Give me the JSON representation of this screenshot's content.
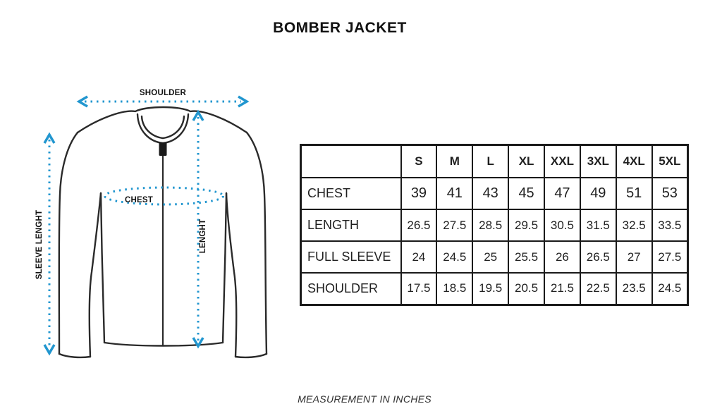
{
  "header": {
    "title": "BOMBER JACKET"
  },
  "diagram": {
    "shoulder_label": "SHOULDER",
    "chest_label": "CHEST",
    "length_label": "LENGHT",
    "sleeve_length_label": "SLEEVE LENGHT",
    "accent_color": "#2196cf",
    "outline_color": "#2a2a2a"
  },
  "table": {
    "sizes": [
      "S",
      "M",
      "L",
      "XL",
      "XXL",
      "3XL",
      "4XL",
      "5XL"
    ],
    "rows": [
      {
        "label": "CHEST",
        "values": [
          "39",
          "41",
          "43",
          "45",
          "47",
          "49",
          "51",
          "53"
        ]
      },
      {
        "label": "LENGTH",
        "values": [
          "26.5",
          "27.5",
          "28.5",
          "29.5",
          "30.5",
          "31.5",
          "32.5",
          "33.5"
        ]
      },
      {
        "label": "FULL SLEEVE",
        "values": [
          "24",
          "24.5",
          "25",
          "25.5",
          "26",
          "26.5",
          "27",
          "27.5"
        ]
      },
      {
        "label": "SHOULDER",
        "values": [
          "17.5",
          "18.5",
          "19.5",
          "20.5",
          "21.5",
          "22.5",
          "23.5",
          "24.5"
        ]
      }
    ]
  },
  "footer": {
    "note": "MEASUREMENT IN INCHES"
  }
}
